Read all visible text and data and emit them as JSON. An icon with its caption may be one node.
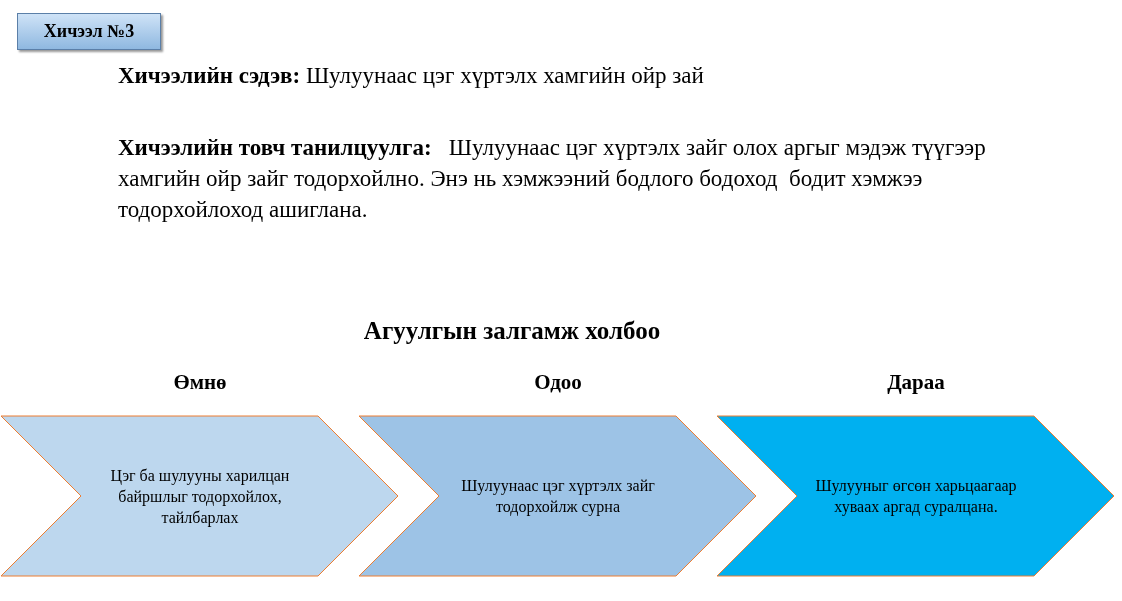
{
  "diagram": {
    "nodes": [
      {
        "text": [
          "Хичээл №3"
        ]
      },
      {
        "text": [
          "Өмнө",
          "Цэг ба шулууны харилцан байршлыг тодорхойлох, тайлбарлах"
        ]
      },
      {
        "text": [
          "Одоо",
          "Шулуунаас цэг хүртэлх зайг тодорхойлж сурна"
        ]
      },
      {
        "text": [
          "Дараа",
          "Шулууныг өгсөн харьцаагаар хуваах аргад суралцана."
        ]
      }
    ],
    "labels": [
      "**Хичээлийн сэдэв:** Шулуунаас цэг хүртэлх хамгийн ойр зай",
      "**Хичээлийн товч танилцуулга:**   Шулуунаас цэг хүртэлх зайг олох аргыг мэдэж түүгээр хамгийн ойр зайг тодорхойлно. Энэ нь хэмжээний бодлого бодоход  бодит хэмжээ тодорхойлоход ашиглана.",
      "Агуулгын залгамж холбоо"
    ]
  }
}
